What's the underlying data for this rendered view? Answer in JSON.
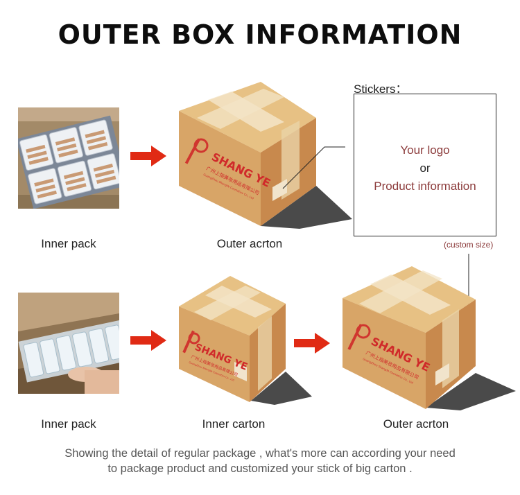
{
  "title": "OUTER BOX INFORMATION",
  "stickers": {
    "label": "Stickers：",
    "line1": "Your logo",
    "line2": "or",
    "line3": "Product information",
    "custom_size": "(custom size)"
  },
  "row1": {
    "inner_pack_caption": "Inner pack",
    "outer_carton_caption": "Outer acrton"
  },
  "row2": {
    "inner_pack_caption": "Inner pack",
    "inner_carton_caption": "Inner carton",
    "outer_carton_caption": "Outer acrton"
  },
  "box": {
    "brand": "SHANG YE",
    "brand_cn": "广州上指美妆用品有限公司",
    "brand_sub": "GuangZhou ShangYe Cosmetics Co., Ltd"
  },
  "footer": {
    "line1": "Showing the detail of regular package , what's more can according your need",
    "line2": "to package product and customized your stick of big carton ."
  },
  "colors": {
    "arrow": "#e02a14",
    "box_front": "#d8a567",
    "box_top": "#e7c184",
    "box_side": "#c8894d",
    "brand_red": "#d02a2a",
    "sticker_text": "#8b3a3a"
  }
}
